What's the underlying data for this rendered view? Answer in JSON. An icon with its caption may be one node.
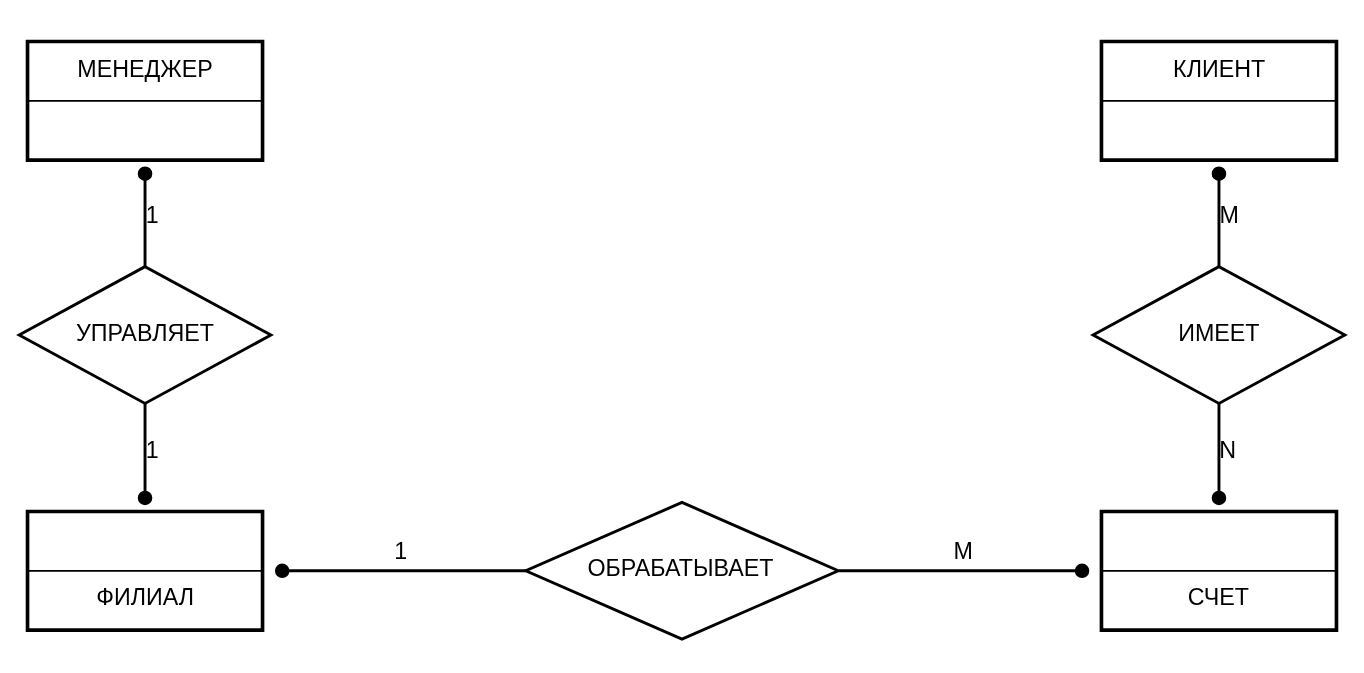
{
  "diagram": {
    "nodes": [
      {
        "text": [
          "МЕНЕДЖЕР"
        ]
      },
      {
        "text": [
          "КЛИЕНТ"
        ]
      },
      {
        "text": [
          "УПРАВЛЯЕТ"
        ]
      },
      {
        "text": [
          "ИМЕЕТ"
        ]
      },
      {
        "text": [
          "ФИЛИАЛ"
        ]
      },
      {
        "text": [
          "ОБРАБАТЫВАЕТ"
        ]
      },
      {
        "text": [
          "СЧЕТ"
        ]
      }
    ],
    "edges": [
      {
        "from": 0,
        "to": 2,
        "arrow": "other",
        "label": "1"
      },
      {
        "from": 1,
        "to": 3,
        "arrow": "other",
        "label": "M"
      },
      {
        "from": 4,
        "to": 2,
        "arrow": "other",
        "label": "1"
      },
      {
        "from": 6,
        "to": 3,
        "arrow": "other",
        "label": "N"
      },
      {
        "from": 4,
        "to": 5,
        "arrow": "other",
        "label": "1"
      },
      {
        "from": 6,
        "to": 5,
        "arrow": "other",
        "label": "M"
      }
    ]
  }
}
